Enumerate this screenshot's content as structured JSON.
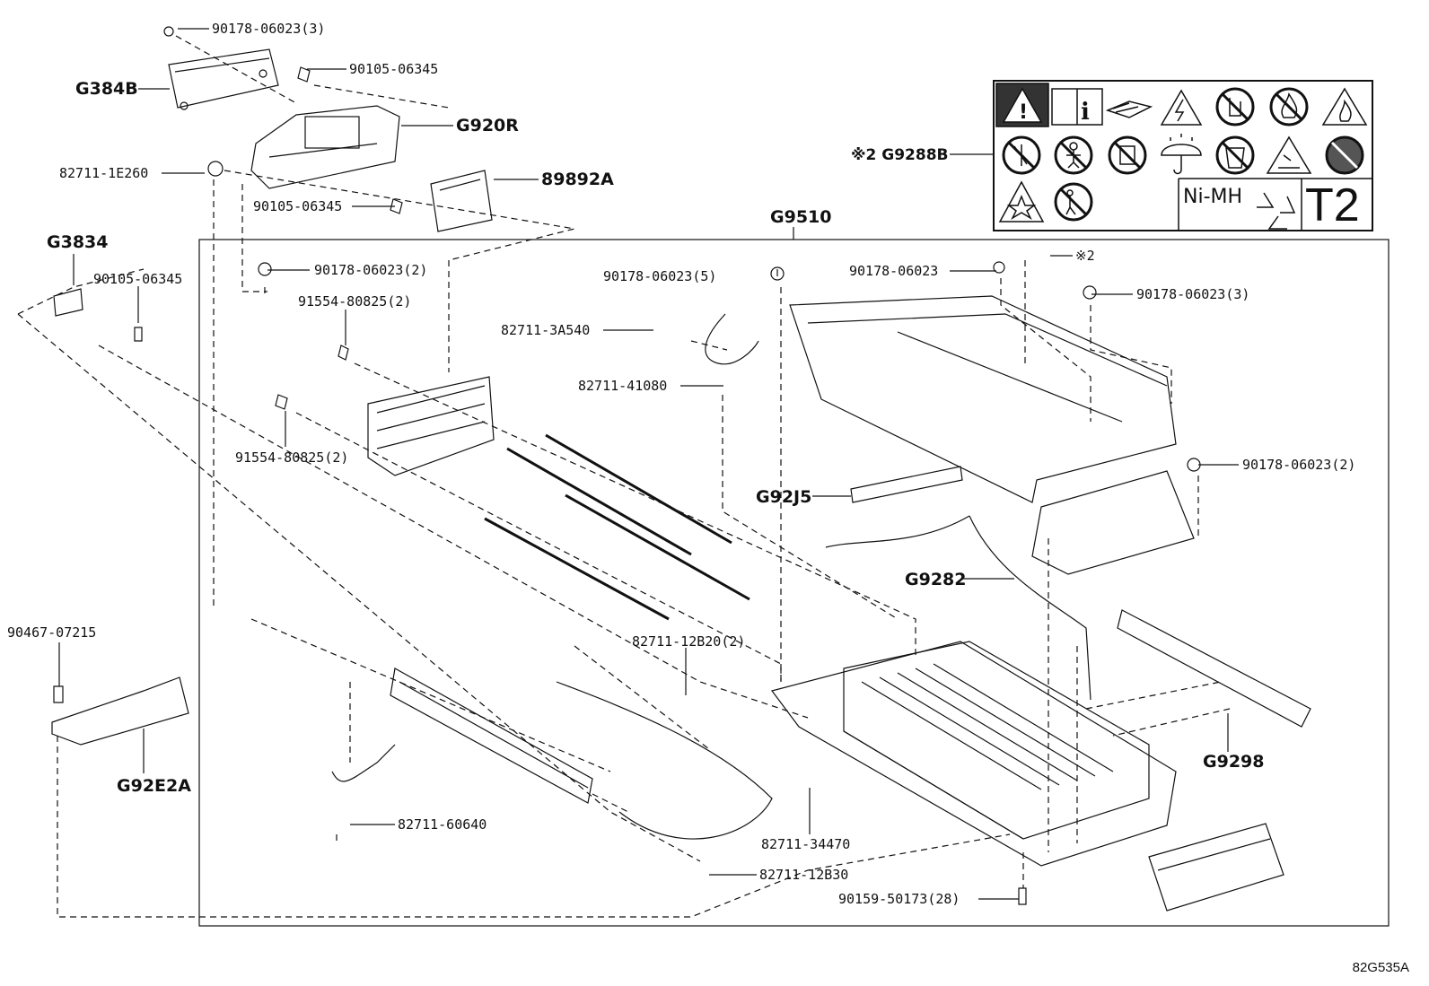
{
  "diagram_code": "82G535A",
  "warning_label": {
    "chemistry": "Ni-MH",
    "code": "T2",
    "pictograms": [
      "caution-icon",
      "manual-icon",
      "read-manual-icon",
      "high-voltage-icon",
      "no-touch-icon",
      "no-fire-icon",
      "flammable-icon",
      "no-disassemble-icon",
      "no-child-icon",
      "no-crush-icon",
      "keep-dry-icon",
      "no-dispose-icon",
      "corrosive-icon",
      "no-water-icon",
      "explosive-icon",
      "no-children-icon",
      "recycle-icon"
    ]
  },
  "callouts": [
    {
      "id": "c1",
      "text": "90178-06023(3)"
    },
    {
      "id": "c2",
      "text": "90105-06345"
    },
    {
      "id": "c3",
      "text": "G384B"
    },
    {
      "id": "c4",
      "text": "G920R"
    },
    {
      "id": "c5",
      "text": "82711-1E260"
    },
    {
      "id": "c6",
      "text": "89892A"
    },
    {
      "id": "c7",
      "text": "90105-06345"
    },
    {
      "id": "c8",
      "text": "G3834"
    },
    {
      "id": "c9",
      "text": "90105-06345"
    },
    {
      "id": "c10",
      "text": "90178-06023(2)"
    },
    {
      "id": "c11",
      "text": "91554-80825(2)"
    },
    {
      "id": "c12",
      "text": "91554-80825(2)"
    },
    {
      "id": "c13",
      "text": "G9510"
    },
    {
      "id": "c14",
      "text": "90178-06023(5)"
    },
    {
      "id": "c15",
      "text": "82711-3A540"
    },
    {
      "id": "c16",
      "text": "82711-41080"
    },
    {
      "id": "c17",
      "text": "90178-06023"
    },
    {
      "id": "c18",
      "text": "※2"
    },
    {
      "id": "c19",
      "text": "90178-06023(3)"
    },
    {
      "id": "c20",
      "text": "90178-06023(2)"
    },
    {
      "id": "c21",
      "text": "G92J5"
    },
    {
      "id": "c22",
      "text": "G9282"
    },
    {
      "id": "c23",
      "text": "90467-07215"
    },
    {
      "id": "c24",
      "text": "82711-12B20(2)"
    },
    {
      "id": "c25",
      "text": "G9298"
    },
    {
      "id": "c26",
      "text": "G92E2A"
    },
    {
      "id": "c27",
      "text": "82711-60640"
    },
    {
      "id": "c28",
      "text": "82711-34470"
    },
    {
      "id": "c29",
      "text": "82711-12B30"
    },
    {
      "id": "c30",
      "text": "90159-50173(28)"
    },
    {
      "id": "c31",
      "text": "※2 G9288B"
    }
  ]
}
